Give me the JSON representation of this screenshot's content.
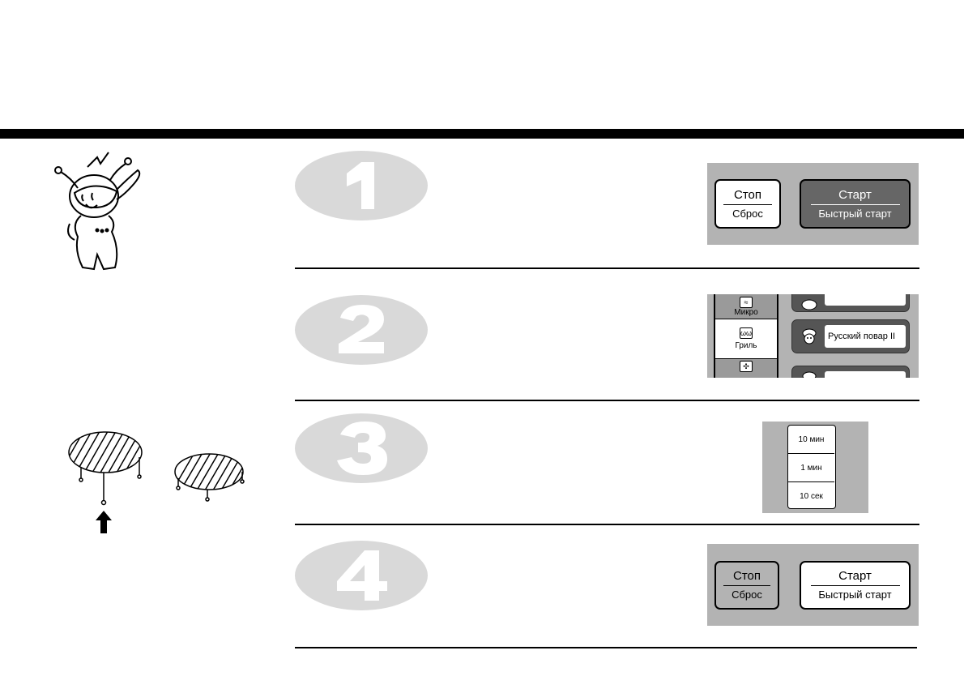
{
  "steps": [
    {
      "number": "1"
    },
    {
      "number": "2"
    },
    {
      "number": "3"
    },
    {
      "number": "4"
    }
  ],
  "panel1": {
    "stop_top": "Стоп",
    "stop_bottom": "Сброс",
    "start_top": "Старт",
    "start_bottom": "Быстрый старт"
  },
  "panel2": {
    "mode_micro": "Микро",
    "mode_grill": "Гриль",
    "russian_chef": "Русский повар II"
  },
  "panel3": {
    "btn_10min": "10 мин",
    "btn_1min": "1 мин",
    "btn_10sec": "10 сек"
  },
  "panel4": {
    "stop_top": "Стоп",
    "stop_bottom": "Сброс",
    "start_top": "Старт",
    "start_bottom": "Быстрый старт"
  },
  "colors": {
    "panel_bg": "#b3b3b3",
    "button_dark": "#666666",
    "step_number_gray": "#d9d9d9"
  }
}
